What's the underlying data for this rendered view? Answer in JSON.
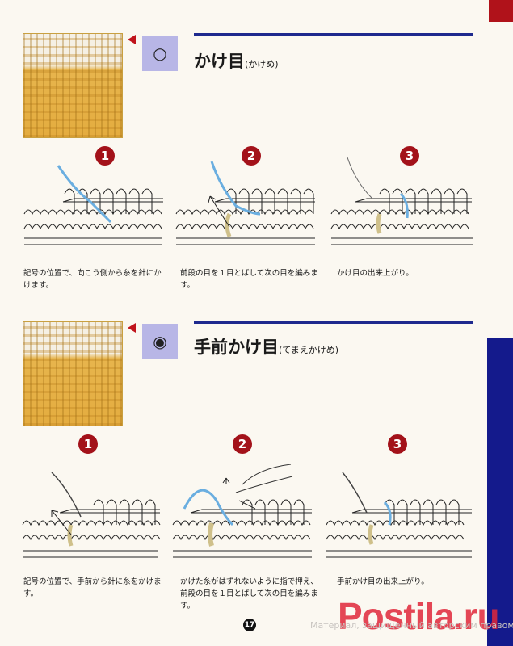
{
  "sections": [
    {
      "symbol_glyph": "○",
      "title": "かけ目",
      "reading": "(かけめ)",
      "steps": [
        {
          "number": "1",
          "caption": "記号の位置で、向こう側から糸を針にかけます。"
        },
        {
          "number": "2",
          "caption": "前段の目を１目とばして次の目を編みます。"
        },
        {
          "number": "3",
          "caption": "かけ目の出来上がり。"
        }
      ]
    },
    {
      "symbol_glyph": "◉",
      "title": "手前かけ目",
      "reading": "(てまえかけめ)",
      "steps": [
        {
          "number": "1",
          "caption": "記号の位置で、手前から針に糸をかけます。"
        },
        {
          "number": "2",
          "caption": "かけた糸がはずれないように指で押え、前段の目を１目とばして次の目を編みます。"
        },
        {
          "number": "3",
          "caption": "手前かけ目の出来上がり。"
        }
      ]
    }
  ],
  "page_number": "17",
  "watermark": "Материал, защищенный авторским правом",
  "logo_text": "Postila.ru",
  "colors": {
    "accent_red": "#b0121a",
    "accent_blue": "#141a8c",
    "symbol_bg": "#b8b6e6",
    "yarn_blue": "#6aaee0"
  }
}
